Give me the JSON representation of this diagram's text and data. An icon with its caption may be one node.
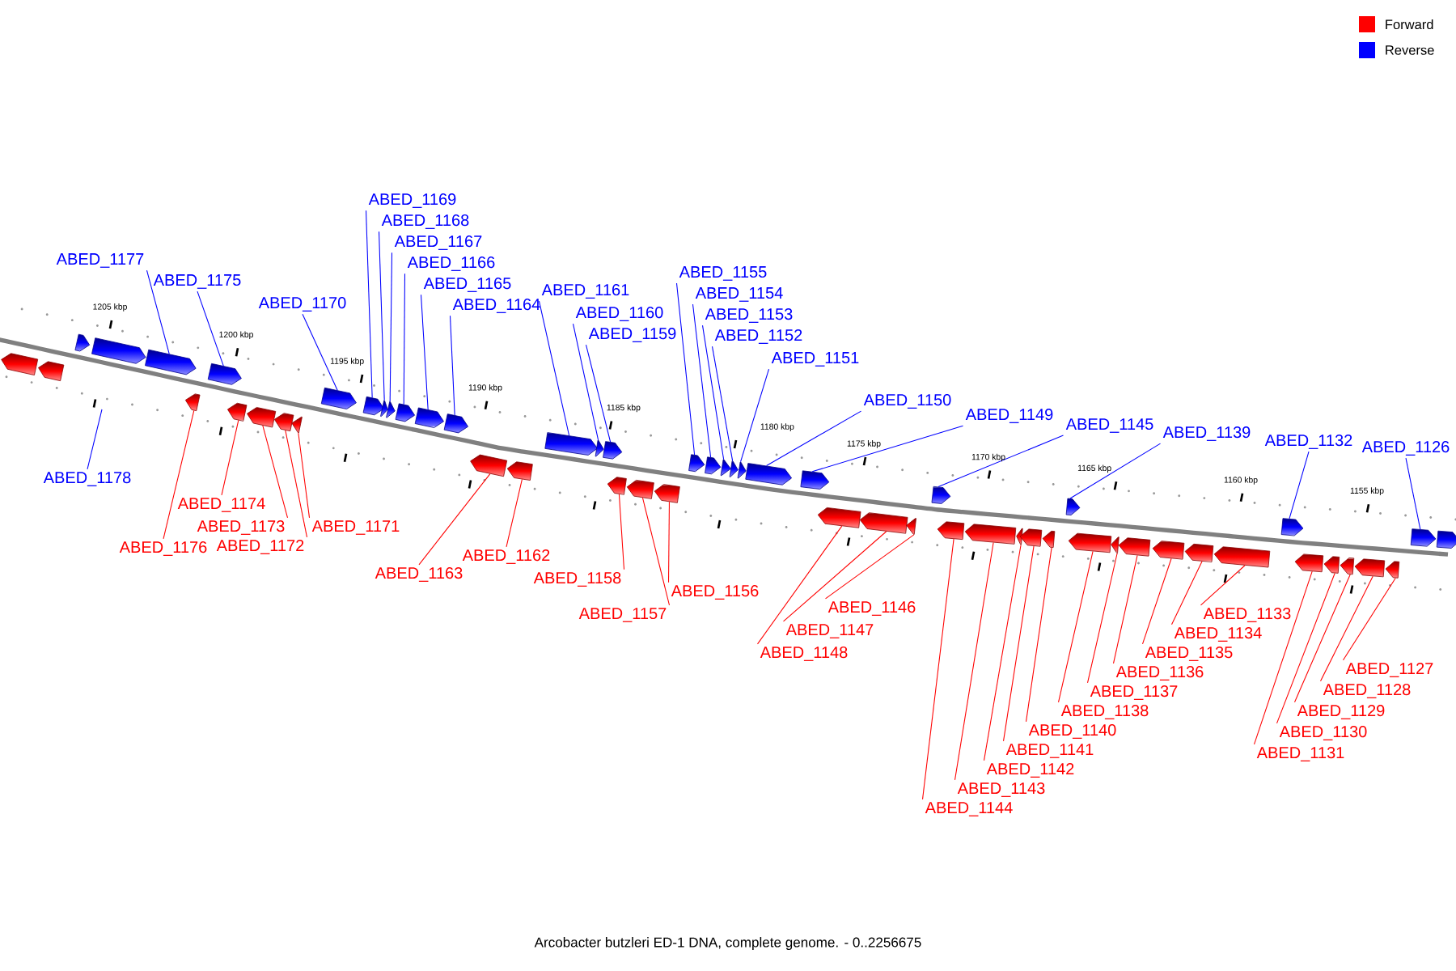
{
  "diagram": {
    "caption": "Arcobacter butzleri ED-1 DNA, complete genome. - 0..2256675",
    "nodes": [
      {
        "text": [
          "ABED_1178"
        ]
      },
      {
        "text": [
          "ABED_1177"
        ]
      },
      {
        "text": [
          "ABED_1176"
        ]
      },
      {
        "text": [
          "ABED_1175"
        ]
      },
      {
        "text": [
          "ABED_1174"
        ]
      },
      {
        "text": [
          "ABED_1173"
        ]
      },
      {
        "text": [
          "ABED_1172"
        ]
      },
      {
        "text": [
          "ABED_1171"
        ]
      },
      {
        "text": [
          "ABED_1170"
        ]
      },
      {
        "text": [
          "ABED_1169"
        ]
      },
      {
        "text": [
          "ABED_1168"
        ]
      },
      {
        "text": [
          "ABED_1167"
        ]
      },
      {
        "text": [
          "ABED_1166"
        ]
      },
      {
        "text": [
          "ABED_1165"
        ]
      },
      {
        "text": [
          "ABED_1164"
        ]
      },
      {
        "text": [
          "ABED_1163"
        ]
      },
      {
        "text": [
          "ABED_1162"
        ]
      },
      {
        "text": [
          "ABED_1161"
        ]
      },
      {
        "text": [
          "ABED_1160"
        ]
      },
      {
        "text": [
          "ABED_1159"
        ]
      },
      {
        "text": [
          "ABED_1158"
        ]
      },
      {
        "text": [
          "ABED_1157"
        ]
      },
      {
        "text": [
          "ABED_1156"
        ]
      },
      {
        "text": [
          "ABED_1155"
        ]
      },
      {
        "text": [
          "ABED_1154"
        ]
      },
      {
        "text": [
          "ABED_1153"
        ]
      },
      {
        "text": [
          "ABED_1152"
        ]
      },
      {
        "text": [
          "ABED_1151"
        ]
      },
      {
        "text": [
          "ABED_1150"
        ]
      },
      {
        "text": [
          "ABED_1149"
        ]
      },
      {
        "text": [
          "ABED_1148"
        ]
      },
      {
        "text": [
          "ABED_1147"
        ]
      },
      {
        "text": [
          "ABED_1146"
        ]
      },
      {
        "text": [
          "ABED_1145"
        ]
      },
      {
        "text": [
          "ABED_1144"
        ]
      },
      {
        "text": [
          "ABED_1143"
        ]
      },
      {
        "text": [
          "ABED_1142"
        ]
      },
      {
        "text": [
          "ABED_1141"
        ]
      },
      {
        "text": [
          "ABED_1140"
        ]
      },
      {
        "text": [
          "ABED_1139"
        ]
      },
      {
        "text": [
          "ABED_1138"
        ]
      },
      {
        "text": [
          "ABED_1137"
        ]
      },
      {
        "text": [
          "ABED_1136"
        ]
      },
      {
        "text": [
          "ABED_1135"
        ]
      },
      {
        "text": [
          "ABED_1134"
        ]
      },
      {
        "text": [
          "ABED_1133"
        ]
      },
      {
        "text": [
          "ABED_1132"
        ]
      },
      {
        "text": [
          "ABED_1131"
        ]
      },
      {
        "text": [
          "ABED_1130"
        ]
      },
      {
        "text": [
          "ABED_1129"
        ]
      },
      {
        "text": [
          "ABED_1128"
        ]
      },
      {
        "text": [
          "ABED_1127"
        ]
      },
      {
        "text": [
          "ABED_1126"
        ]
      },
      {
        "text": [],
        "shape": "arrow"
      },
      {
        "text": [],
        "shape": "arrow"
      },
      {
        "text": [],
        "shape": "arrow"
      },
      {
        "text": [],
        "shape": "arrow"
      },
      {
        "text": [],
        "shape": "arrow"
      },
      {
        "text": [],
        "shape": "arrow"
      },
      {
        "text": [],
        "shape": "arrow"
      },
      {
        "text": [],
        "shape": "arrow"
      },
      {
        "text": [],
        "shape": "arrow"
      },
      {
        "text": [],
        "shape": "arrow"
      },
      {
        "text": [],
        "shape": "arrow"
      },
      {
        "text": [],
        "shape": "arrow"
      },
      {
        "text": [],
        "shape": "arrow"
      },
      {
        "text": [],
        "shape": "arrow"
      },
      {
        "text": [],
        "shape": "arrow"
      },
      {
        "text": [],
        "shape": "arrow"
      },
      {
        "text": [],
        "shape": "arrow"
      },
      {
        "text": [],
        "shape": "arrow"
      },
      {
        "text": [],
        "shape": "arrow"
      },
      {
        "text": [],
        "shape": "arrow"
      },
      {
        "text": [],
        "shape": "arrow"
      },
      {
        "text": [],
        "shape": "arrow"
      },
      {
        "text": [],
        "shape": "arrow"
      },
      {
        "text": [],
        "shape": "arrow"
      },
      {
        "text": [],
        "shape": "arrow"
      },
      {
        "text": [],
        "shape": "arrow"
      },
      {
        "text": [],
        "shape": "arrow"
      },
      {
        "text": [],
        "shape": "arrow"
      },
      {
        "text": [],
        "shape": "arrow"
      },
      {
        "text": [],
        "shape": "arrow"
      },
      {
        "text": [],
        "shape": "arrow"
      },
      {
        "text": [],
        "shape": "arrow"
      },
      {
        "text": [],
        "shape": "arrow"
      },
      {
        "text": [],
        "shape": "arrow"
      },
      {
        "text": [],
        "shape": "arrow"
      },
      {
        "text": [],
        "shape": "arrow"
      },
      {
        "text": [],
        "shape": "arrow"
      },
      {
        "text": [],
        "shape": "arrow"
      },
      {
        "text": [],
        "shape": "arrow"
      },
      {
        "text": [],
        "shape": "arrow"
      },
      {
        "text": [],
        "shape": "arrow"
      },
      {
        "text": [],
        "shape": "arrow"
      },
      {
        "text": [],
        "shape": "arrow"
      },
      {
        "text": [],
        "shape": "arrow"
      },
      {
        "text": [],
        "shape": "arrow"
      },
      {
        "text": [],
        "shape": "arrow"
      },
      {
        "text": [],
        "shape": "arrow"
      },
      {
        "text": [],
        "shape": "arrow"
      },
      {
        "text": [],
        "shape": "arrow"
      },
      {
        "text": [],
        "shape": "arrow"
      },
      {
        "text": [],
        "shape": "arrow"
      },
      {
        "text": [],
        "shape": "arrow"
      },
      {
        "text": [],
        "shape": "arrow"
      },
      {
        "text": [],
        "shape": "arrow"
      },
      {
        "text": [],
        "shape": "arrow"
      },
      {
        "text": [],
        "shape": "arrow"
      },
      {
        "text": [],
        "shape": "arrow"
      }
    ],
    "edges": [
      {
        "from": 0,
        "to": null,
        "arrow": "none",
        "color": "#0000ff"
      },
      {
        "from": 1,
        "to": 57,
        "arrow": "none",
        "color": "#0000ff"
      },
      {
        "from": 2,
        "to": 58,
        "arrow": "none"
      },
      {
        "from": 3,
        "to": 59,
        "arrow": "none",
        "color": "#0000ff"
      },
      {
        "from": 4,
        "to": 60,
        "arrow": "none"
      },
      {
        "from": 5,
        "to": 61,
        "arrow": "none"
      },
      {
        "from": 6,
        "to": 62,
        "arrow": "none"
      },
      {
        "from": 7,
        "to": 63,
        "arrow": "none"
      },
      {
        "from": 8,
        "to": 64,
        "arrow": "none",
        "color": "#0000ff"
      },
      {
        "from": 9,
        "to": 65,
        "arrow": "none",
        "color": "#0000ff"
      },
      {
        "from": 10,
        "to": 66,
        "arrow": "none",
        "color": "#0000ff"
      },
      {
        "from": 11,
        "to": 67,
        "arrow": "none",
        "color": "#0000ff"
      },
      {
        "from": 12,
        "to": 68,
        "arrow": "none",
        "color": "#0000ff"
      },
      {
        "from": 13,
        "to": 69,
        "arrow": "none",
        "color": "#0000ff"
      },
      {
        "from": 14,
        "to": 70,
        "arrow": "none",
        "color": "#0000ff"
      },
      {
        "from": 15,
        "to": 71,
        "arrow": "none"
      },
      {
        "from": 16,
        "to": 72,
        "arrow": "none"
      },
      {
        "from": 17,
        "to": 73,
        "arrow": "none",
        "color": "#0000ff"
      },
      {
        "from": 18,
        "to": 74,
        "arrow": "none",
        "color": "#0000ff"
      },
      {
        "from": 19,
        "to": 75,
        "arrow": "none",
        "color": "#0000ff"
      },
      {
        "from": 20,
        "to": 76,
        "arrow": "none"
      },
      {
        "from": 21,
        "to": 77,
        "arrow": "none"
      },
      {
        "from": 22,
        "to": 78,
        "arrow": "none"
      },
      {
        "from": 23,
        "to": 79,
        "arrow": "none",
        "color": "#0000ff"
      },
      {
        "from": 24,
        "to": 80,
        "arrow": "none",
        "color": "#0000ff"
      },
      {
        "from": 25,
        "to": 81,
        "arrow": "none",
        "color": "#0000ff"
      },
      {
        "from": 26,
        "to": 82,
        "arrow": "none",
        "color": "#0000ff"
      },
      {
        "from": 27,
        "to": 83,
        "arrow": "none",
        "color": "#0000ff"
      },
      {
        "from": 28,
        "to": 84,
        "arrow": "none",
        "color": "#0000ff"
      },
      {
        "from": 29,
        "to": 85,
        "arrow": "none",
        "color": "#0000ff"
      },
      {
        "from": 30,
        "to": 86,
        "arrow": "none"
      },
      {
        "from": 31,
        "to": 87,
        "arrow": "none"
      },
      {
        "from": 32,
        "to": 88,
        "arrow": "none"
      },
      {
        "from": 33,
        "to": 89,
        "arrow": "none",
        "color": "#0000ff"
      },
      {
        "from": 34,
        "to": 90,
        "arrow": "none"
      },
      {
        "from": 35,
        "to": 91,
        "arrow": "none"
      },
      {
        "from": 36,
        "to": 92,
        "arrow": "none"
      },
      {
        "from": 37,
        "to": 93,
        "arrow": "none"
      },
      {
        "from": 38,
        "to": 94,
        "arrow": "none"
      },
      {
        "from": 39,
        "to": 95,
        "arrow": "none",
        "color": "#0000ff"
      },
      {
        "from": 40,
        "to": 96,
        "arrow": "none"
      },
      {
        "from": 41,
        "to": 97,
        "arrow": "none"
      },
      {
        "from": 42,
        "to": 98,
        "arrow": "none"
      },
      {
        "from": 43,
        "to": 99,
        "arrow": "none"
      },
      {
        "from": 44,
        "to": 100,
        "arrow": "none"
      },
      {
        "from": 45,
        "to": 101,
        "arrow": "none"
      },
      {
        "from": 46,
        "to": 102,
        "arrow": "none",
        "color": "#0000ff"
      },
      {
        "from": 47,
        "to": 103,
        "arrow": "none"
      },
      {
        "from": 48,
        "to": 104,
        "arrow": "none"
      },
      {
        "from": 49,
        "to": 105,
        "arrow": "none"
      },
      {
        "from": 50,
        "to": 106,
        "arrow": "none"
      },
      {
        "from": 51,
        "to": 107,
        "arrow": "none"
      },
      {
        "from": 52,
        "to": 108,
        "arrow": "none",
        "color": "#0000ff"
      }
    ],
    "labels": [
      "1205 kbp",
      "1200 kbp",
      "1195 kbp",
      "1190 kbp",
      "1185 kbp",
      "1180 kbp",
      "1175 kbp",
      "1170 kbp",
      "1165 kbp",
      "1160 kbp",
      "1155 kbp"
    ],
    "legend": [
      {
        "text": "Forward",
        "color": "#ff0000"
      },
      {
        "text": "Reverse",
        "color": "#0000ff"
      }
    ]
  }
}
